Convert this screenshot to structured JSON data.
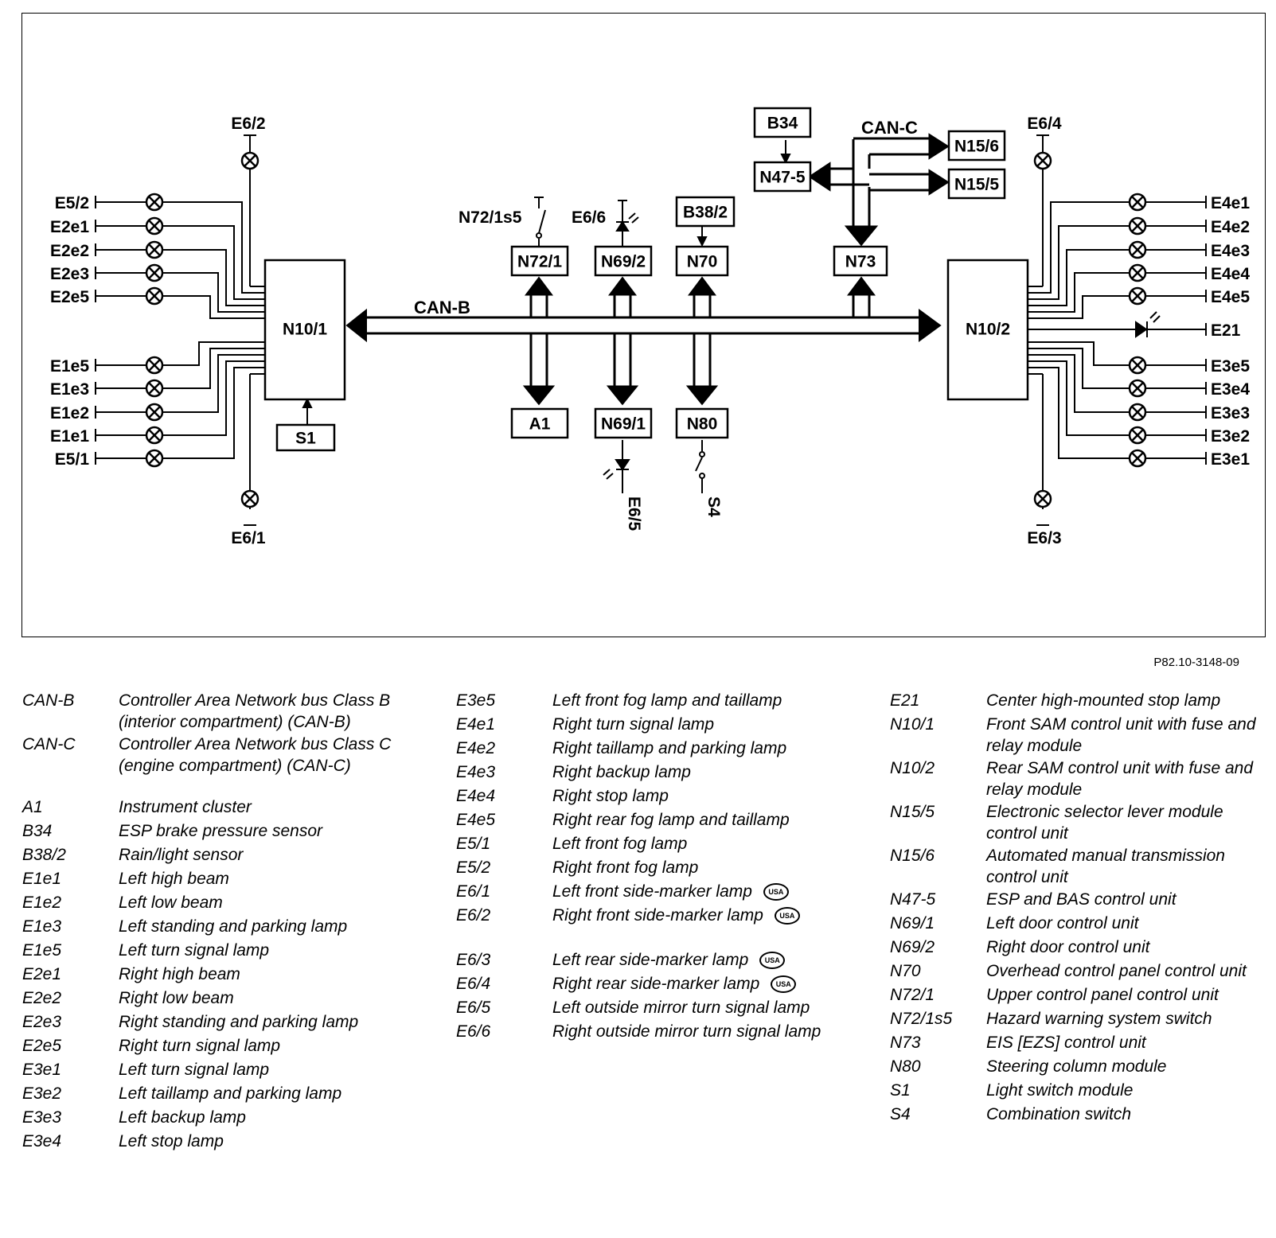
{
  "diagram": {
    "bus_labels": {
      "can_b": "CAN-B",
      "can_c": "CAN-C"
    },
    "figure_ref": "P82.10-3148-09",
    "modules": {
      "n10_1": "N10/1",
      "n10_2": "N10/2",
      "s1": "S1",
      "n72_1": "N72/1",
      "n69_2": "N69/2",
      "n70": "N70",
      "n73": "N73",
      "a1": "A1",
      "n69_1": "N69/1",
      "n80": "N80",
      "b34": "B34",
      "n47_5": "N47-5",
      "n15_6": "N15/6",
      "n15_5": "N15/5",
      "b38_2": "B38/2"
    },
    "components": {
      "n72_1s5": "N72/1s5",
      "e6_6": "E6/6",
      "e6_5": "E6/5",
      "s4": "S4",
      "e6_2": "E6/2",
      "e6_1": "E6/1",
      "e6_4": "E6/4",
      "e6_3": "E6/3",
      "e21": "E21"
    },
    "left_lamps": [
      "E5/2",
      "E2e1",
      "E2e2",
      "E2e3",
      "E2e5",
      "E1e5",
      "E1e3",
      "E1e2",
      "E1e1",
      "E5/1"
    ],
    "right_lamps": [
      "E4e1",
      "E4e2",
      "E4e3",
      "E4e4",
      "E4e5",
      "E3e5",
      "E3e4",
      "E3e3",
      "E3e2",
      "E3e1"
    ]
  },
  "legend": {
    "col1": [
      {
        "code": "CAN-B",
        "desc": "Controller Area Network bus Class B (interior compartment) (CAN-B)"
      },
      {
        "code": "CAN-C",
        "desc": "Controller Area Network bus Class C (engine compartment) (CAN-C)"
      },
      {
        "code": "A1",
        "desc": "Instrument cluster"
      },
      {
        "code": "B34",
        "desc": "ESP brake pressure sensor"
      },
      {
        "code": "B38/2",
        "desc": "Rain/light sensor"
      },
      {
        "code": "E1e1",
        "desc": "Left high beam"
      },
      {
        "code": "E1e2",
        "desc": "Left low beam"
      },
      {
        "code": "E1e3",
        "desc": "Left standing and parking lamp"
      },
      {
        "code": "E1e5",
        "desc": "Left turn signal lamp"
      },
      {
        "code": "E2e1",
        "desc": "Right high beam"
      },
      {
        "code": "E2e2",
        "desc": "Right low beam"
      },
      {
        "code": "E2e3",
        "desc": "Right standing and parking lamp"
      },
      {
        "code": "E2e5",
        "desc": "Right turn signal lamp"
      },
      {
        "code": "E3e1",
        "desc": "Left turn signal lamp"
      },
      {
        "code": "E3e2",
        "desc": "Left taillamp and parking lamp"
      },
      {
        "code": "E3e3",
        "desc": "Left backup lamp"
      },
      {
        "code": "E3e4",
        "desc": "Left stop lamp"
      }
    ],
    "col2": [
      {
        "code": "E3e5",
        "desc": "Left front fog lamp and taillamp"
      },
      {
        "code": "E4e1",
        "desc": "Right turn signal lamp"
      },
      {
        "code": "E4e2",
        "desc": "Right taillamp and parking lamp"
      },
      {
        "code": "E4e3",
        "desc": "Right backup lamp"
      },
      {
        "code": "E4e4",
        "desc": "Right stop lamp"
      },
      {
        "code": "E4e5",
        "desc": "Right rear fog lamp and taillamp"
      },
      {
        "code": "E5/1",
        "desc": "Left front fog lamp"
      },
      {
        "code": "E5/2",
        "desc": "Right front fog lamp"
      },
      {
        "code": "E6/1",
        "desc": "Left front side-marker lamp",
        "badge": "USA"
      },
      {
        "code": "E6/2",
        "desc": "Right front side-marker lamp",
        "badge": "USA"
      },
      {
        "code": "E6/3",
        "desc": "Left rear side-marker lamp",
        "badge": "USA"
      },
      {
        "code": "E6/4",
        "desc": "Right rear side-marker lamp",
        "badge": "USA"
      },
      {
        "code": "E6/5",
        "desc": "Left outside mirror turn signal lamp"
      },
      {
        "code": "E6/6",
        "desc": "Right outside mirror turn signal lamp"
      }
    ],
    "col3": [
      {
        "code": "E21",
        "desc": "Center high-mounted stop lamp"
      },
      {
        "code": "N10/1",
        "desc": "Front SAM control unit with fuse and relay module"
      },
      {
        "code": "N10/2",
        "desc": "Rear SAM control unit with fuse and relay module"
      },
      {
        "code": "N15/5",
        "desc": "Electronic selector lever module control unit"
      },
      {
        "code": "N15/6",
        "desc": "Automated manual transmission control unit"
      },
      {
        "code": "N47-5",
        "desc": "ESP and BAS control unit"
      },
      {
        "code": "N69/1",
        "desc": "Left door control unit"
      },
      {
        "code": "N69/2",
        "desc": "Right door control unit"
      },
      {
        "code": "N70",
        "desc": "Overhead control panel control unit"
      },
      {
        "code": "N72/1",
        "desc": "Upper control panel control unit"
      },
      {
        "code": "N72/1s5",
        "desc": "Hazard warning system switch"
      },
      {
        "code": "N73",
        "desc": "EIS [EZS] control unit"
      },
      {
        "code": "N80",
        "desc": "Steering column module"
      },
      {
        "code": "S1",
        "desc": "Light switch module"
      },
      {
        "code": "S4",
        "desc": "Combination switch"
      }
    ]
  }
}
